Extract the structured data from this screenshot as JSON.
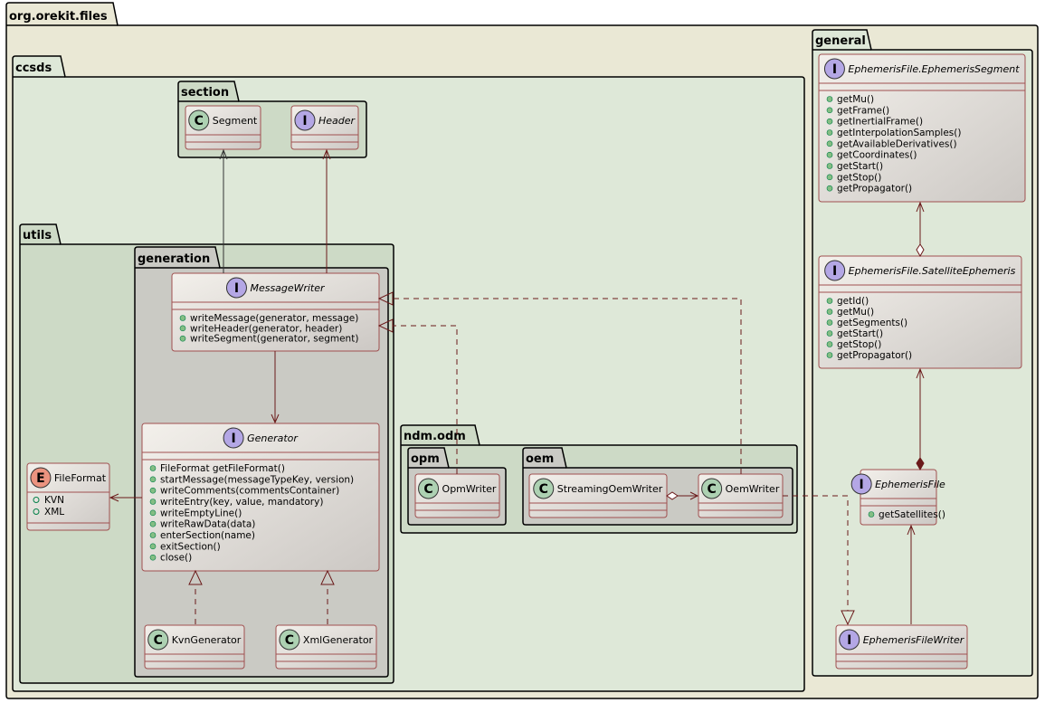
{
  "colors": {
    "root_package": "#EAE8D5",
    "light_package": "#DEE8D8",
    "mid_package": "#CDDAC6",
    "grey_package": "#CACAC4",
    "class_border": "#A05050",
    "edge": "#6B1A1A",
    "interface_badge": "#B4A7E5",
    "class_badge": "#ADD1B2",
    "enum_badge": "#EB937F",
    "method_dot": "#84BE84"
  },
  "packages": [
    {
      "id": "root",
      "name": "org.orekit.files"
    },
    {
      "id": "ccsds",
      "name": "ccsds"
    },
    {
      "id": "section",
      "name": "section"
    },
    {
      "id": "utils",
      "name": "utils"
    },
    {
      "id": "generation",
      "name": "generation"
    },
    {
      "id": "ndmodm",
      "name": "ndm.odm"
    },
    {
      "id": "opm",
      "name": "opm"
    },
    {
      "id": "oem",
      "name": "oem"
    },
    {
      "id": "general",
      "name": "general"
    }
  ],
  "classes": [
    {
      "id": "segment",
      "kind": "class",
      "badge": "C",
      "name": "Segment",
      "members": []
    },
    {
      "id": "header",
      "kind": "interface",
      "badge": "I",
      "name": "Header",
      "members": []
    },
    {
      "id": "messagewriter",
      "kind": "interface",
      "badge": "I",
      "name": "MessageWriter",
      "members": [
        "writeMessage(generator, message)",
        "writeHeader(generator, header)",
        "writeSegment(generator, segment)"
      ]
    },
    {
      "id": "generator",
      "kind": "interface",
      "badge": "I",
      "name": "Generator",
      "members": [
        "FileFormat getFileFormat()",
        "startMessage(messageTypeKey, version)",
        "writeComments(commentsContainer)",
        "writeEntry(key, value, mandatory)",
        "writeEmptyLine()",
        "writeRawData(data)",
        "enterSection(name)",
        "exitSection()",
        "close()"
      ]
    },
    {
      "id": "fileformat",
      "kind": "enum",
      "badge": "E",
      "name": "FileFormat",
      "fields": [
        "KVN",
        "XML"
      ],
      "members": []
    },
    {
      "id": "kvngenerator",
      "kind": "class",
      "badge": "C",
      "name": "KvnGenerator",
      "members": []
    },
    {
      "id": "xmlgenerator",
      "kind": "class",
      "badge": "C",
      "name": "XmlGenerator",
      "members": []
    },
    {
      "id": "opmwriter",
      "kind": "class",
      "badge": "C",
      "name": "OpmWriter",
      "members": []
    },
    {
      "id": "streamingoemwriter",
      "kind": "class",
      "badge": "C",
      "name": "StreamingOemWriter",
      "members": []
    },
    {
      "id": "oemwriter",
      "kind": "class",
      "badge": "C",
      "name": "OemWriter",
      "members": []
    },
    {
      "id": "ephemerissegment",
      "kind": "interface",
      "badge": "I",
      "name": "EphemerisFile.EphemerisSegment",
      "members": [
        "getMu()",
        "getFrame()",
        "getInertialFrame()",
        "getInterpolationSamples()",
        "getAvailableDerivatives()",
        "getCoordinates()",
        "getStart()",
        "getStop()",
        "getPropagator()"
      ]
    },
    {
      "id": "satelliteephemeris",
      "kind": "interface",
      "badge": "I",
      "name": "EphemerisFile.SatelliteEphemeris",
      "members": [
        "getId()",
        "getMu()",
        "getSegments()",
        "getStart()",
        "getStop()",
        "getPropagator()"
      ]
    },
    {
      "id": "ephemerisfile",
      "kind": "interface",
      "badge": "I",
      "name": "EphemerisFile",
      "members": [
        "getSatellites()"
      ]
    },
    {
      "id": "ephemerisfilewriter",
      "kind": "interface",
      "badge": "I",
      "name": "EphemerisFileWriter",
      "members": []
    }
  ],
  "relations": [
    {
      "from": "MessageWriter",
      "to": "Segment",
      "type": "dependency"
    },
    {
      "from": "MessageWriter",
      "to": "Header",
      "type": "dependency"
    },
    {
      "from": "MessageWriter",
      "to": "Generator",
      "type": "dependency"
    },
    {
      "from": "Generator",
      "to": "FileFormat",
      "type": "dependency"
    },
    {
      "from": "KvnGenerator",
      "to": "Generator",
      "type": "realization"
    },
    {
      "from": "XmlGenerator",
      "to": "Generator",
      "type": "realization"
    },
    {
      "from": "OpmWriter",
      "to": "MessageWriter",
      "type": "realization"
    },
    {
      "from": "OemWriter",
      "to": "MessageWriter",
      "type": "realization"
    },
    {
      "from": "StreamingOemWriter",
      "to": "OemWriter",
      "type": "aggregation"
    },
    {
      "from": "OemWriter",
      "to": "EphemerisFileWriter",
      "type": "realization"
    },
    {
      "from": "EphemerisFile.SatelliteEphemeris",
      "to": "EphemerisFile.EphemerisSegment",
      "type": "aggregation"
    },
    {
      "from": "EphemerisFile",
      "to": "EphemerisFile.SatelliteEphemeris",
      "type": "composition"
    },
    {
      "from": "EphemerisFileWriter",
      "to": "EphemerisFile",
      "type": "association"
    }
  ]
}
